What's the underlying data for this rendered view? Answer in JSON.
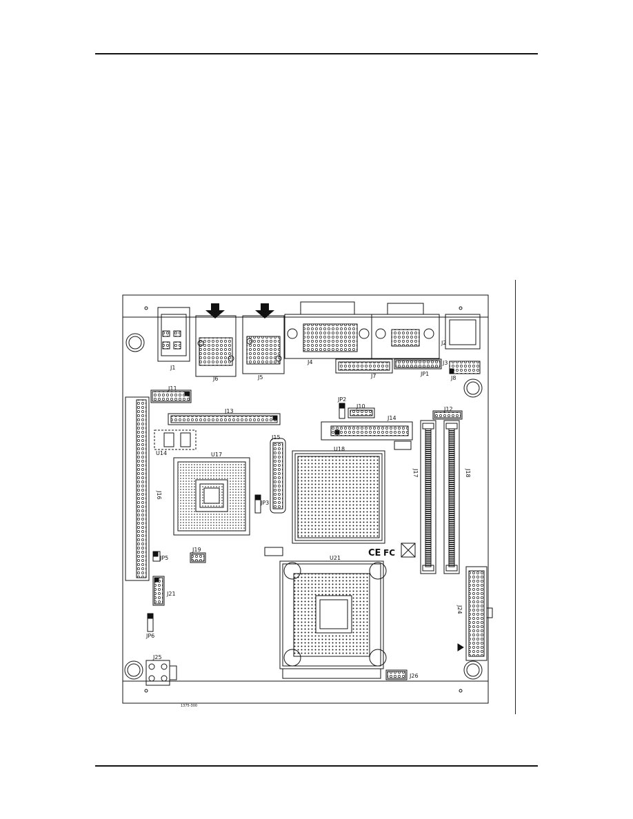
{
  "labels": {
    "J1": "J1",
    "J6": "J6",
    "J5": "J5",
    "J4": "J4",
    "J2": "J2",
    "J3": "J3",
    "J7": "J7",
    "JP1": "JP1",
    "J8": "J8",
    "J11": "J11",
    "J13": "J13",
    "JP2": "JP2",
    "J10": "J10",
    "J14": "J14",
    "J12": "J12",
    "U14": "U14",
    "J15": "J15",
    "U17": "U17",
    "U18": "U18",
    "J16": "J16",
    "J17": "J17",
    "J18": "J18",
    "JP3": "JP3",
    "JP5": "JP5",
    "J19": "J19",
    "U21": "U21",
    "J21": "J21",
    "JP6": "JP6",
    "J24": "J24",
    "J25": "J25",
    "J26": "J26"
  },
  "marks": {
    "ce": "CE",
    "fcc": "FC",
    "part_number": "1375-300"
  },
  "colors": {
    "line": "#111111",
    "paper": "#ffffff"
  }
}
